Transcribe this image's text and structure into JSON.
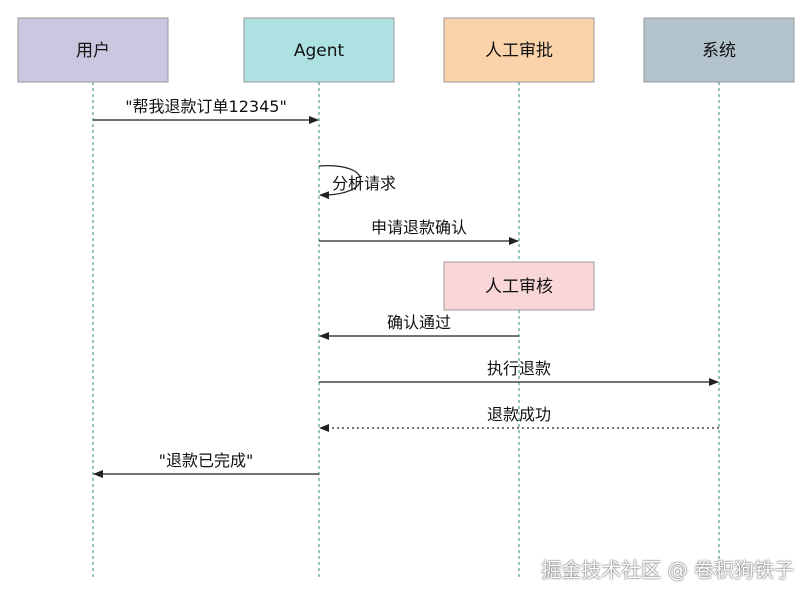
{
  "participants": [
    {
      "id": "user",
      "label": "用户",
      "fill": "#c9c8e0"
    },
    {
      "id": "agent",
      "label": "Agent",
      "fill": "#aee2e2"
    },
    {
      "id": "approval",
      "label": "人工审批",
      "fill": "#fbd3ab"
    },
    {
      "id": "system",
      "label": "系统",
      "fill": "#b2c3cc"
    }
  ],
  "messages": [
    {
      "id": "m1",
      "from": "user",
      "to": "agent",
      "label": "\"帮我退款订单12345\"",
      "style": "solid"
    },
    {
      "id": "m2",
      "from": "agent",
      "to": "agent",
      "label": "分析请求",
      "style": "self"
    },
    {
      "id": "m3",
      "from": "agent",
      "to": "approval",
      "label": "申请退款确认",
      "style": "solid"
    },
    {
      "id": "m4",
      "from": "approval",
      "to": "agent",
      "label": "确认通过",
      "style": "solid"
    },
    {
      "id": "m5",
      "from": "agent",
      "to": "system",
      "label": "执行退款",
      "style": "solid"
    },
    {
      "id": "m6",
      "from": "system",
      "to": "agent",
      "label": "退款成功",
      "style": "dotted"
    },
    {
      "id": "m7",
      "from": "agent",
      "to": "user",
      "label": "\"退款已完成\"",
      "style": "solid"
    }
  ],
  "activation_note": {
    "label": "人工审核",
    "fill": "#f9d6d7"
  },
  "watermark": "掘金技术社区 @ 卷积狗铁子",
  "colors": {
    "line": "#222222",
    "lifeline": "#2d8a7a",
    "box_border": "#9a9a9a"
  }
}
